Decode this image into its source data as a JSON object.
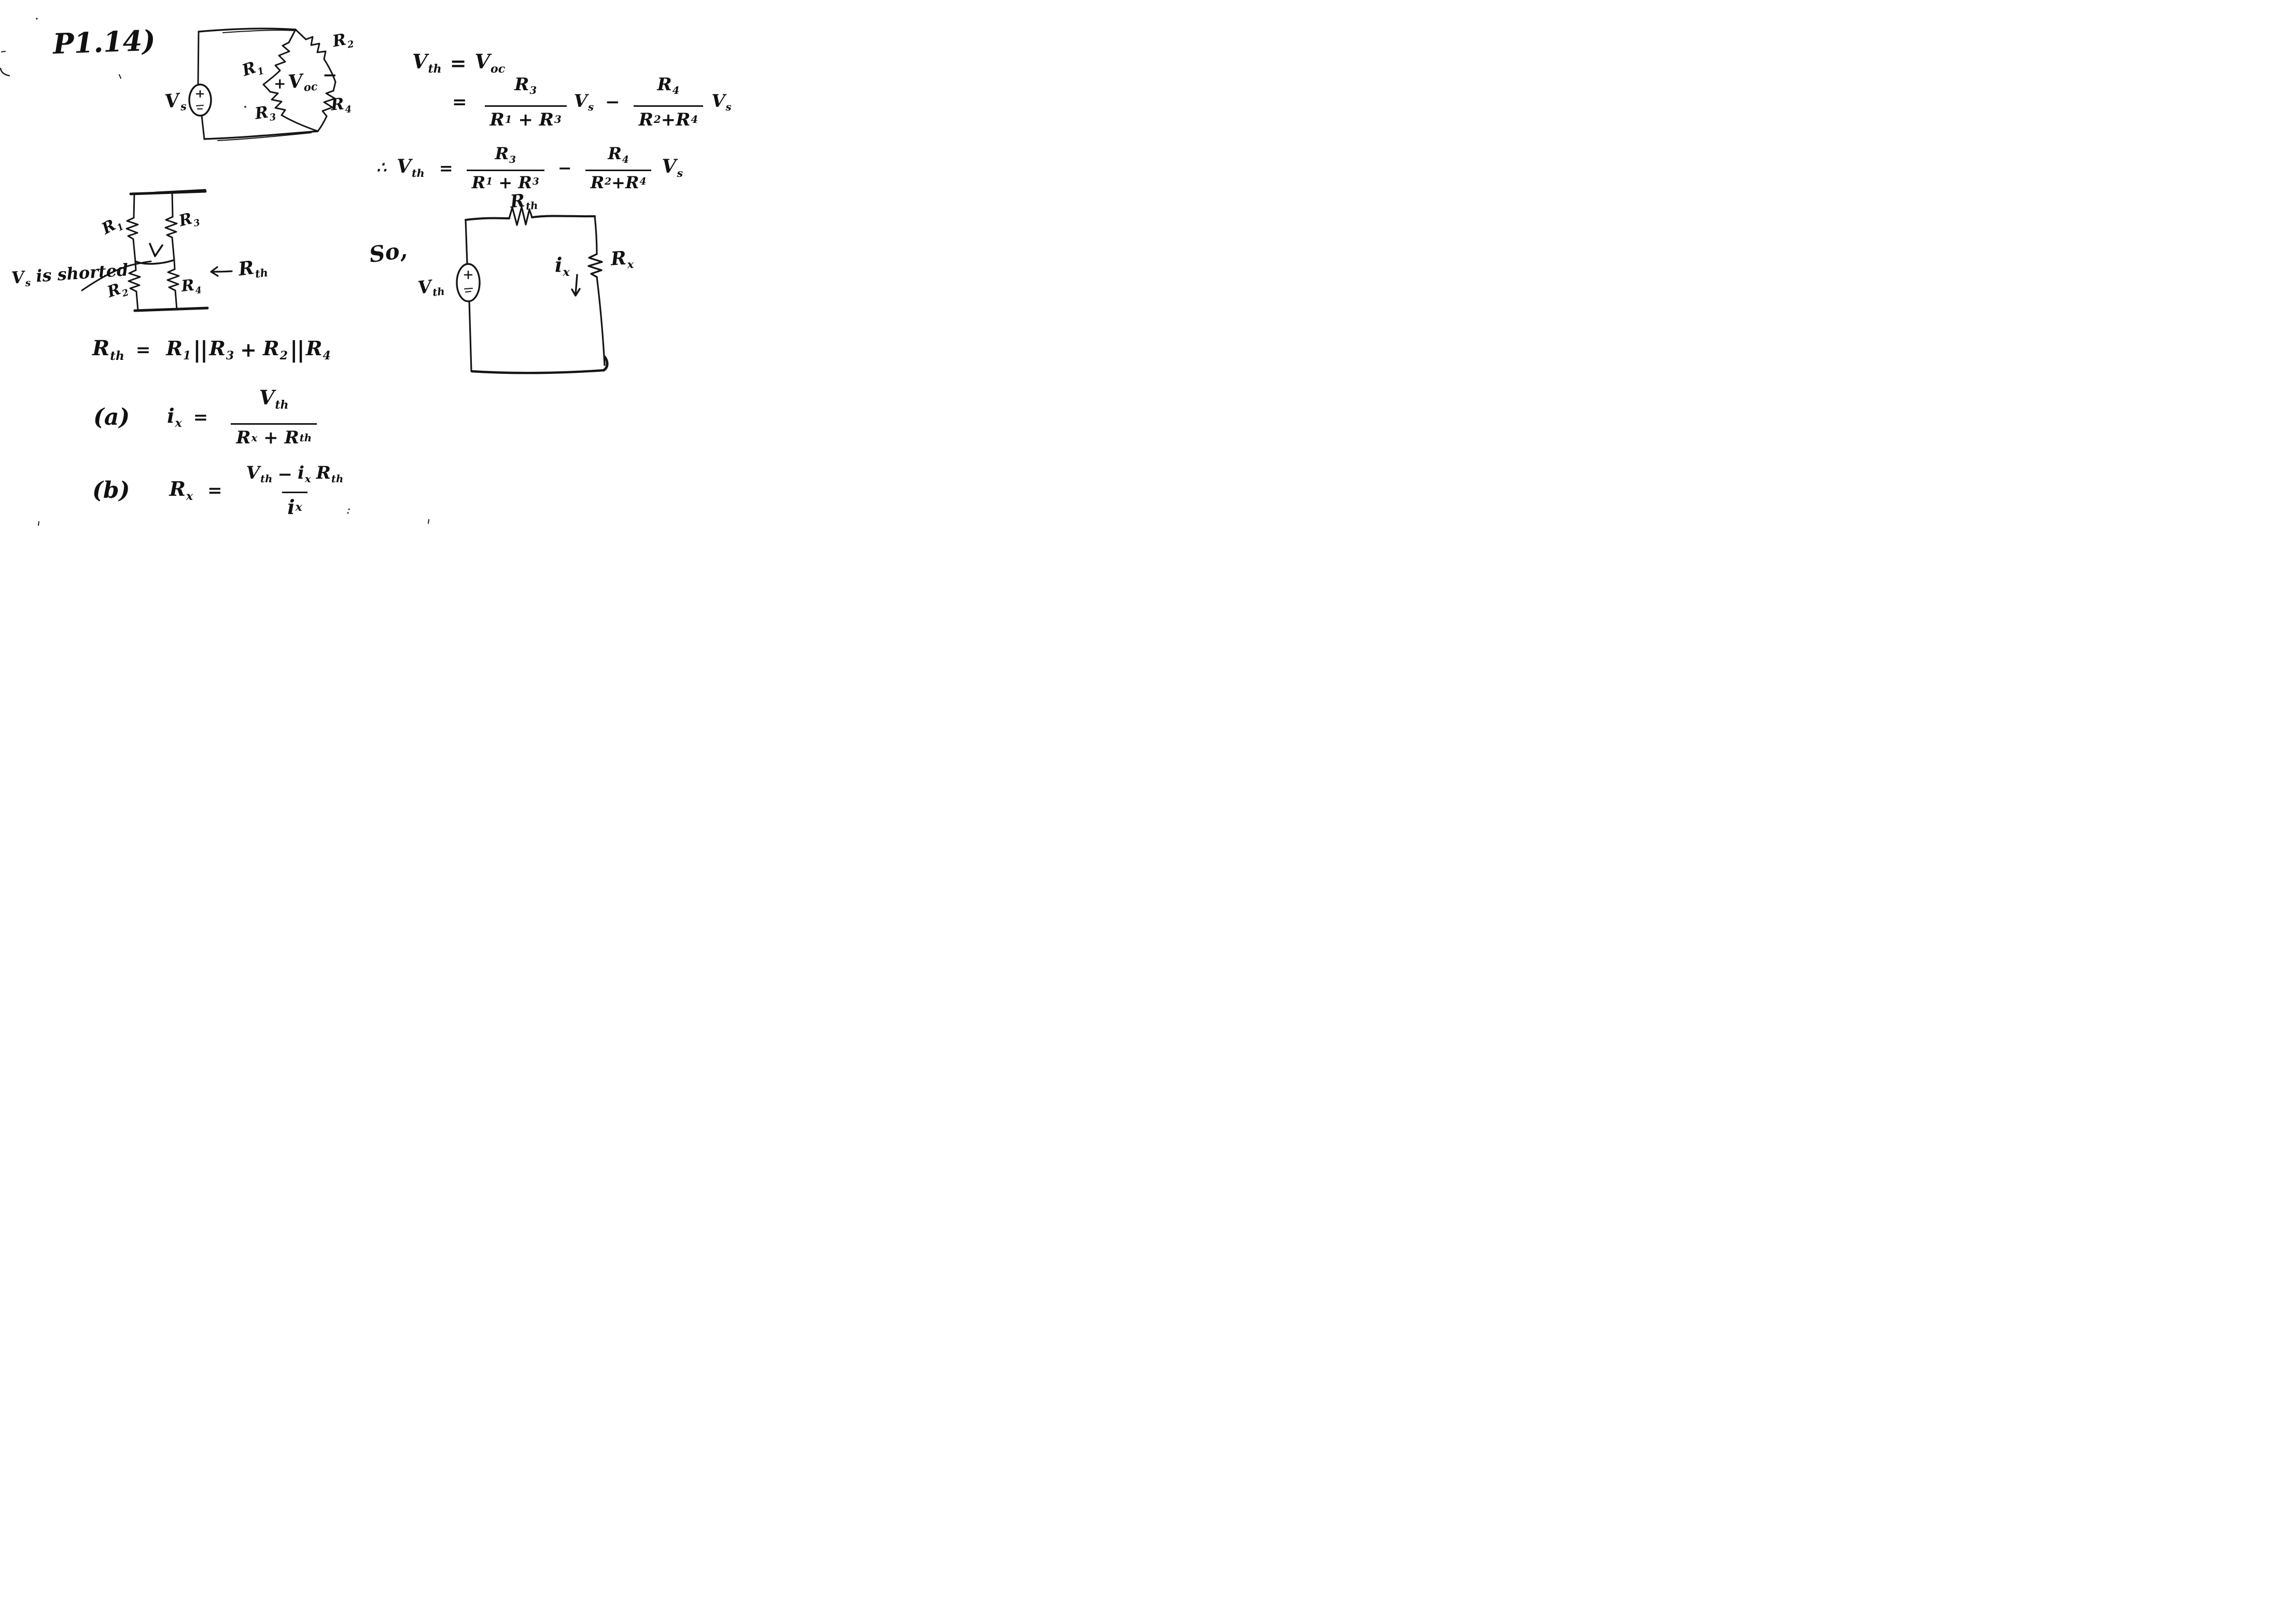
{
  "page": {
    "background": "#ffffff",
    "ink": "#111111"
  },
  "problem_label": "P1.14)",
  "tokens": {
    "vs": {
      "base": "V",
      "sub": "s"
    },
    "vth": {
      "base": "V",
      "sub": "th"
    },
    "voc": {
      "base": "V",
      "sub": "oc"
    },
    "r1": {
      "base": "R",
      "sub": "1"
    },
    "r2": {
      "base": "R",
      "sub": "2"
    },
    "r3": {
      "base": "R",
      "sub": "3"
    },
    "r4": {
      "base": "R",
      "sub": "4"
    },
    "rth": {
      "base": "R",
      "sub": "th"
    },
    "rx": {
      "base": "R",
      "sub": "x"
    },
    "ix": {
      "base": "i",
      "sub": "x"
    },
    "equals": "=",
    "plus": "+",
    "minus": "−",
    "therefore": "∴",
    "parallel": "||",
    "left_arrow": "←",
    "so": "So,",
    "is_shorted": "is shorted",
    "label_a": "(a)",
    "label_b": "(b)",
    "source_plus": "+",
    "voc_plus": "+",
    "voc_minus": "−"
  }
}
